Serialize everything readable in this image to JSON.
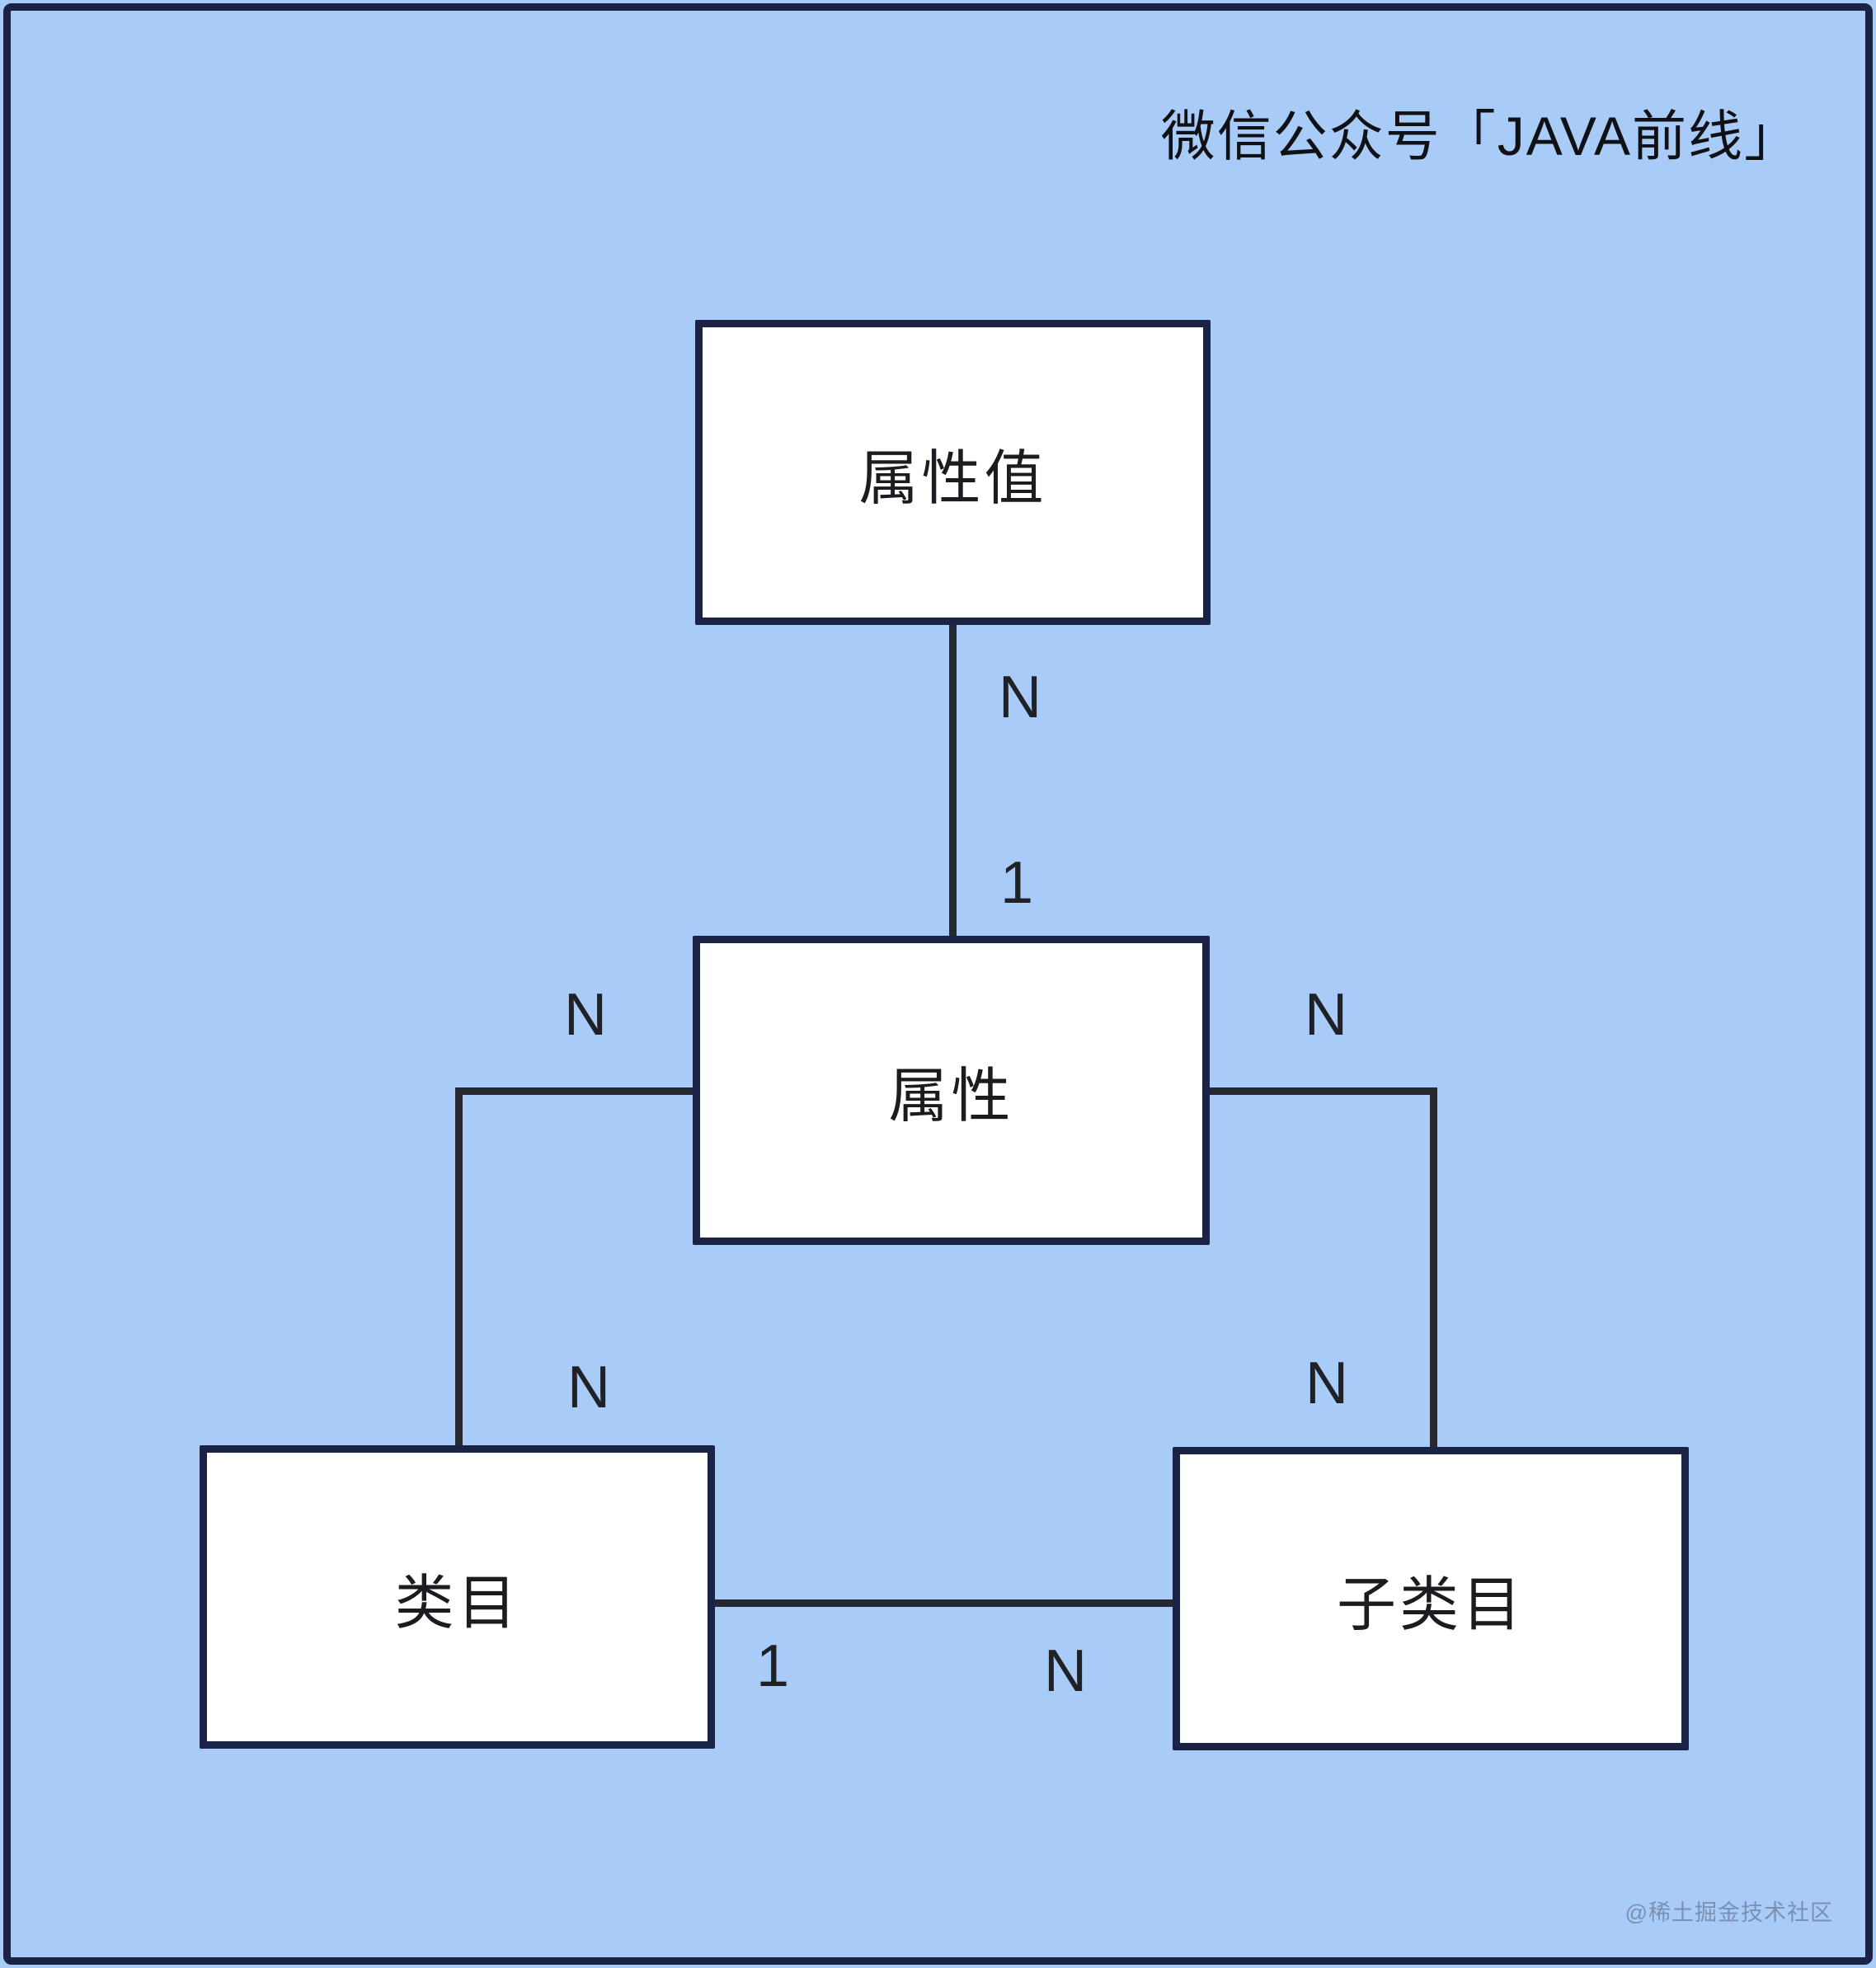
{
  "header": {
    "title": "微信公众号「JAVA前线」"
  },
  "entities": {
    "attribute_value": {
      "label": "属性值"
    },
    "attribute": {
      "label": "属性"
    },
    "category": {
      "label": "类目"
    },
    "subcategory": {
      "label": "子类目"
    }
  },
  "relations": {
    "attribute_value_to_attribute": {
      "near_attribute_value": "N",
      "near_attribute": "1"
    },
    "attribute_to_category": {
      "near_attribute": "N",
      "near_category": "N"
    },
    "attribute_to_subcategory": {
      "near_attribute": "N",
      "near_subcategory": "N"
    },
    "category_to_subcategory": {
      "near_category": "1",
      "near_subcategory": "N"
    }
  },
  "watermark": "@稀土掘金技术社区",
  "colors": {
    "background": "#A9CBF7",
    "frame_border": "#1A2246",
    "box_fill": "#FFFFFF",
    "box_border": "#1A2246",
    "connector_line": "#26282F",
    "text": "#1B1C20",
    "title_text": "#101114",
    "watermark_text": "rgba(84,95,120,0.55)"
  }
}
